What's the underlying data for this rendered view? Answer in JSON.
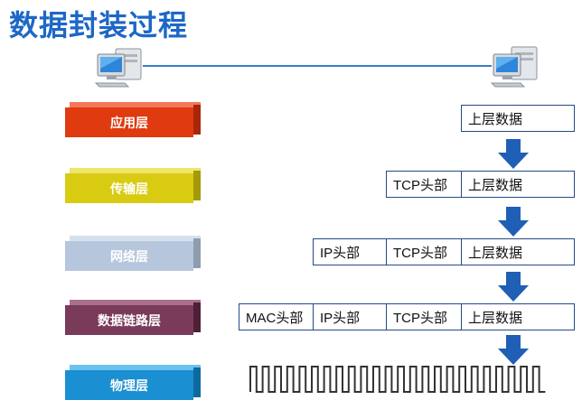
{
  "title": "数据封装过程",
  "icons": {
    "sender": "computer-icon",
    "receiver": "computer-icon",
    "down": "arrow-down-icon"
  },
  "colors": {
    "title": "#1d67c6",
    "application": "#e03a10",
    "transport": "#d9cb12",
    "network": "#b6c6dc",
    "datalink": "#7a3a5a",
    "physical": "#1a8fd1",
    "arrow": "#1f5fb6"
  },
  "layers": {
    "application": "应用层",
    "transport": "传输层",
    "network": "网络层",
    "datalink": "数据链路层",
    "physical": "物理层"
  },
  "packets": {
    "application": {
      "data": "上层数据"
    },
    "transport": {
      "tcp": "TCP头部",
      "data": "上层数据"
    },
    "network": {
      "ip": "IP头部",
      "tcp": "TCP头部",
      "data": "上层数据"
    },
    "datalink": {
      "mac": "MAC头部",
      "ip": "IP头部",
      "tcp": "TCP头部",
      "data": "上层数据"
    }
  }
}
